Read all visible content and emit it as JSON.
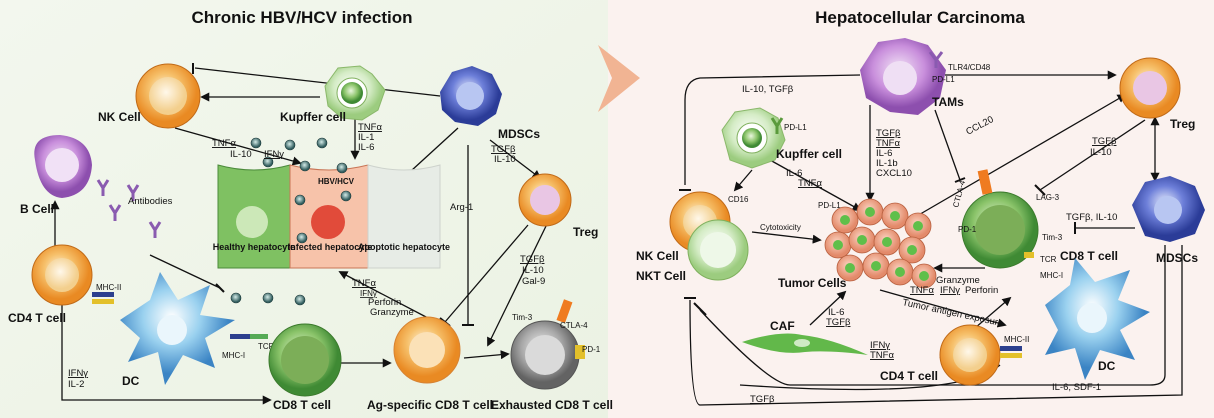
{
  "titles": {
    "left": "Chronic HBV/HCV infection",
    "right": "Hepatocellular Carcinoma"
  },
  "left": {
    "cells": {
      "nk": "NK Cell",
      "kupffer": "Kupffer cell",
      "mdsc": "MDSCs",
      "treg": "Treg",
      "bcell": "B Cell",
      "antibodies": "Antibodies",
      "cd4": "CD4 T cell",
      "dc": "DC",
      "cd8": "CD8 T cell",
      "ag_cd8": "Ag-specific CD8 T cell",
      "exh_cd8": "Exhausted CD8 T cell",
      "healthy": "Healthy hepatocyte",
      "infected": "Infected hepatocyte",
      "apoptotic": "Apoptotic hepatocyte",
      "hbv_hcv": "HBV/HCV"
    },
    "markers": {
      "mhc2": "MHC-II",
      "mhc1": "MHC-I",
      "tcr": "TCR",
      "tim3": "Tim-3",
      "ctla4": "CTLA-4",
      "pd1": "PD-1"
    },
    "factors": {
      "kc_tnfa": "TNFα",
      "kc_il1": "IL-1",
      "kc_il6": "IL-6",
      "nk_tnfa": "TNFα",
      "nk_il10": "IL-10",
      "nk_ifng": "IFNγ",
      "mdsc_tgfb": "TGFβ",
      "mdsc_il10": "IL-10",
      "arg1": "Arg-1",
      "treg_tgfb": "TGFβ",
      "treg_il10": "IL-10",
      "treg_gal9": "Gal-9",
      "ag_tnfa": "TNFα",
      "ag_ifng": "IFNγ",
      "ag_perforin": "Perforin",
      "ag_granzyme": "Granzyme",
      "cd4_ifng": "IFNγ",
      "cd4_il2": "IL-2"
    }
  },
  "right": {
    "cells": {
      "tams": "TAMs",
      "treg": "Treg",
      "kupffer": "Kupffer cell",
      "nk": "NK Cell",
      "nkt": "NKT Cell",
      "tumor": "Tumor Cells",
      "cd8": "CD8 T cell",
      "mdsc": "MDSCs",
      "caf": "CAF",
      "cd4": "CD4 T cell",
      "dc": "DC"
    },
    "markers": {
      "pdl1_tam": "PD-L1",
      "pdl1_kc": "PD-L1",
      "pdl1_tumor": "PD-L1",
      "cd16": "CD16",
      "pd1": "PD-1",
      "ctla4": "CTLA-4",
      "lag3": "LAG-3",
      "tim3": "Tim-3",
      "tcr": "TCR",
      "mhc1": "MHC-I",
      "mhc2": "MHC-II"
    },
    "factors": {
      "tlr": "TLR4/CD48",
      "il10_tgfb": "IL-10, TGFβ",
      "tam_tgfb": "TGFβ",
      "tam_tnfa": "TNFα",
      "tam_il6": "IL-6",
      "tam_il1b": "IL-1b",
      "tam_cxcl10": "CXCL10",
      "kc_il6": "IL-6",
      "kc_tnfa": "TNFα",
      "ccl20": "CCL20",
      "treg_tgfb": "TGFβ",
      "treg_il10": "IL-10",
      "mdsc_f": "TGFβ, IL-10",
      "cytotoxicity": "Cytotoxicity",
      "cd8_granzyme": "Granzyme",
      "cd8_tnfa": "TNFα",
      "cd8_ifng": "IFNγ",
      "cd8_perforin": "Perforin",
      "antigen": "Tumor antigen exposure",
      "caf_il6": "IL-6",
      "caf_tgfb": "TGFβ",
      "cd4_ifng": "IFNγ",
      "cd4_tnfa": "TNFα",
      "il6_sdf1": "IL-6, SDF-1",
      "bottom_tgfb": "TGFβ"
    }
  }
}
